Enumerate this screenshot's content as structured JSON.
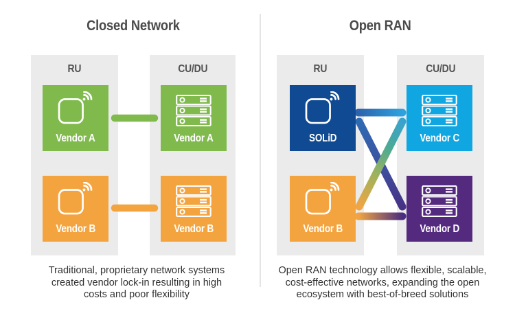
{
  "left_panel": {
    "title": "Closed Network",
    "column_headers": [
      "RU",
      "CU/DU"
    ],
    "nodes": [
      {
        "column": "RU",
        "label": "Vendor A",
        "color": "#80ba4d",
        "icon": "radio-unit-icon"
      },
      {
        "column": "CU/DU",
        "label": "Vendor A",
        "color": "#80ba4d",
        "icon": "server-icon"
      },
      {
        "column": "RU",
        "label": "Vendor B",
        "color": "#f4a43f",
        "icon": "radio-unit-icon"
      },
      {
        "column": "CU/DU",
        "label": "Vendor B",
        "color": "#f4a43f",
        "icon": "server-icon"
      }
    ],
    "connections": [
      {
        "from": "Vendor A RU",
        "to": "Vendor A CU/DU",
        "color": "#80ba4d"
      },
      {
        "from": "Vendor B RU",
        "to": "Vendor B CU/DU",
        "color": "#f4a43f"
      }
    ],
    "caption_lines": [
      "Traditional, proprietary network systems",
      "created vendor lock-in resulting in high",
      "costs and poor flexibility"
    ]
  },
  "right_panel": {
    "title": "Open RAN",
    "column_headers": [
      "RU",
      "CU/DU"
    ],
    "nodes": [
      {
        "column": "RU",
        "label": "SOLiD",
        "color": "#104a92",
        "icon": "radio-unit-icon"
      },
      {
        "column": "CU/DU",
        "label": "Vendor C",
        "color": "#10a6e2",
        "icon": "server-icon"
      },
      {
        "column": "RU",
        "label": "Vendor B",
        "color": "#f4a43f",
        "icon": "radio-unit-icon"
      },
      {
        "column": "CU/DU",
        "label": "Vendor D",
        "color": "#542a7f",
        "icon": "server-icon"
      }
    ],
    "connections": [
      {
        "from": "SOLiD",
        "to": "Vendor C",
        "gradient": [
          "#2c63ad",
          "#2da2de"
        ]
      },
      {
        "from": "SOLiD",
        "to": "Vendor D",
        "gradient": [
          "#2e6ab3",
          "#463285"
        ]
      },
      {
        "from": "Vendor B",
        "to": "Vendor C",
        "gradient": [
          "#f0a544",
          "#9db35c",
          "#4aaa96",
          "#39a3cf"
        ]
      },
      {
        "from": "Vendor B",
        "to": "Vendor D",
        "gradient": [
          "#f0a544",
          "#4b2d7f"
        ]
      }
    ],
    "caption_lines": [
      "Open RAN technology allows flexible, scalable,",
      "cost-effective networks, expanding the open",
      "ecosystem with best-of-breed solutions"
    ]
  },
  "colors": {
    "column_background": "#ebebeb",
    "divider": "#e4e4e4",
    "title_text": "#4a4a4a",
    "caption_text": "#333333"
  }
}
